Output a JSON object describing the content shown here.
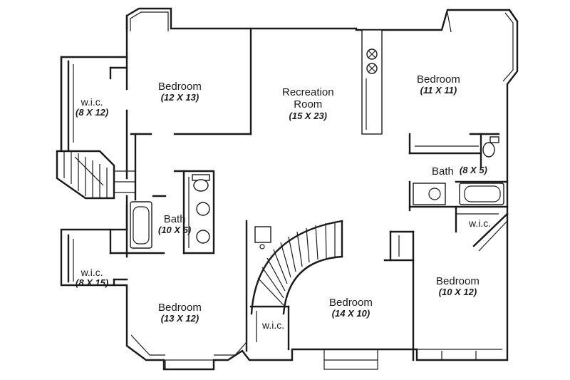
{
  "rooms": {
    "bedroom_nw": {
      "name": "Bedroom",
      "dims": "(12 X 13)"
    },
    "wic_nw": {
      "name": "w.i.c.",
      "dims": "(8 X 12)"
    },
    "recreation": {
      "name_line1": "Recreation",
      "name_line2": "Room",
      "dims": "(15 X 23)"
    },
    "bedroom_ne": {
      "name": "Bedroom",
      "dims": "(11 X 11)"
    },
    "bath_center": {
      "name": "Bath",
      "dims": "(10 X 6)"
    },
    "bath_east": {
      "name": "Bath",
      "dims": "(8 X 5)"
    },
    "wic_east": {
      "name": "w.i.c."
    },
    "wic_sw": {
      "name": "w.i.c.",
      "dims": "(8 X 15)"
    },
    "bedroom_sw": {
      "name": "Bedroom",
      "dims": "(13 X 12)"
    },
    "wic_south": {
      "name": "w.i.c."
    },
    "bedroom_s": {
      "name": "Bedroom",
      "dims": "(14 X 10)"
    },
    "bedroom_se": {
      "name": "Bedroom",
      "dims": "(10 X 12)"
    }
  },
  "colors": {
    "line": "#1a1a1a",
    "background": "#ffffff"
  },
  "icons": [
    "toilet-icon",
    "bathtub-icon",
    "sink-icon",
    "stair-icon",
    "range-icon"
  ]
}
